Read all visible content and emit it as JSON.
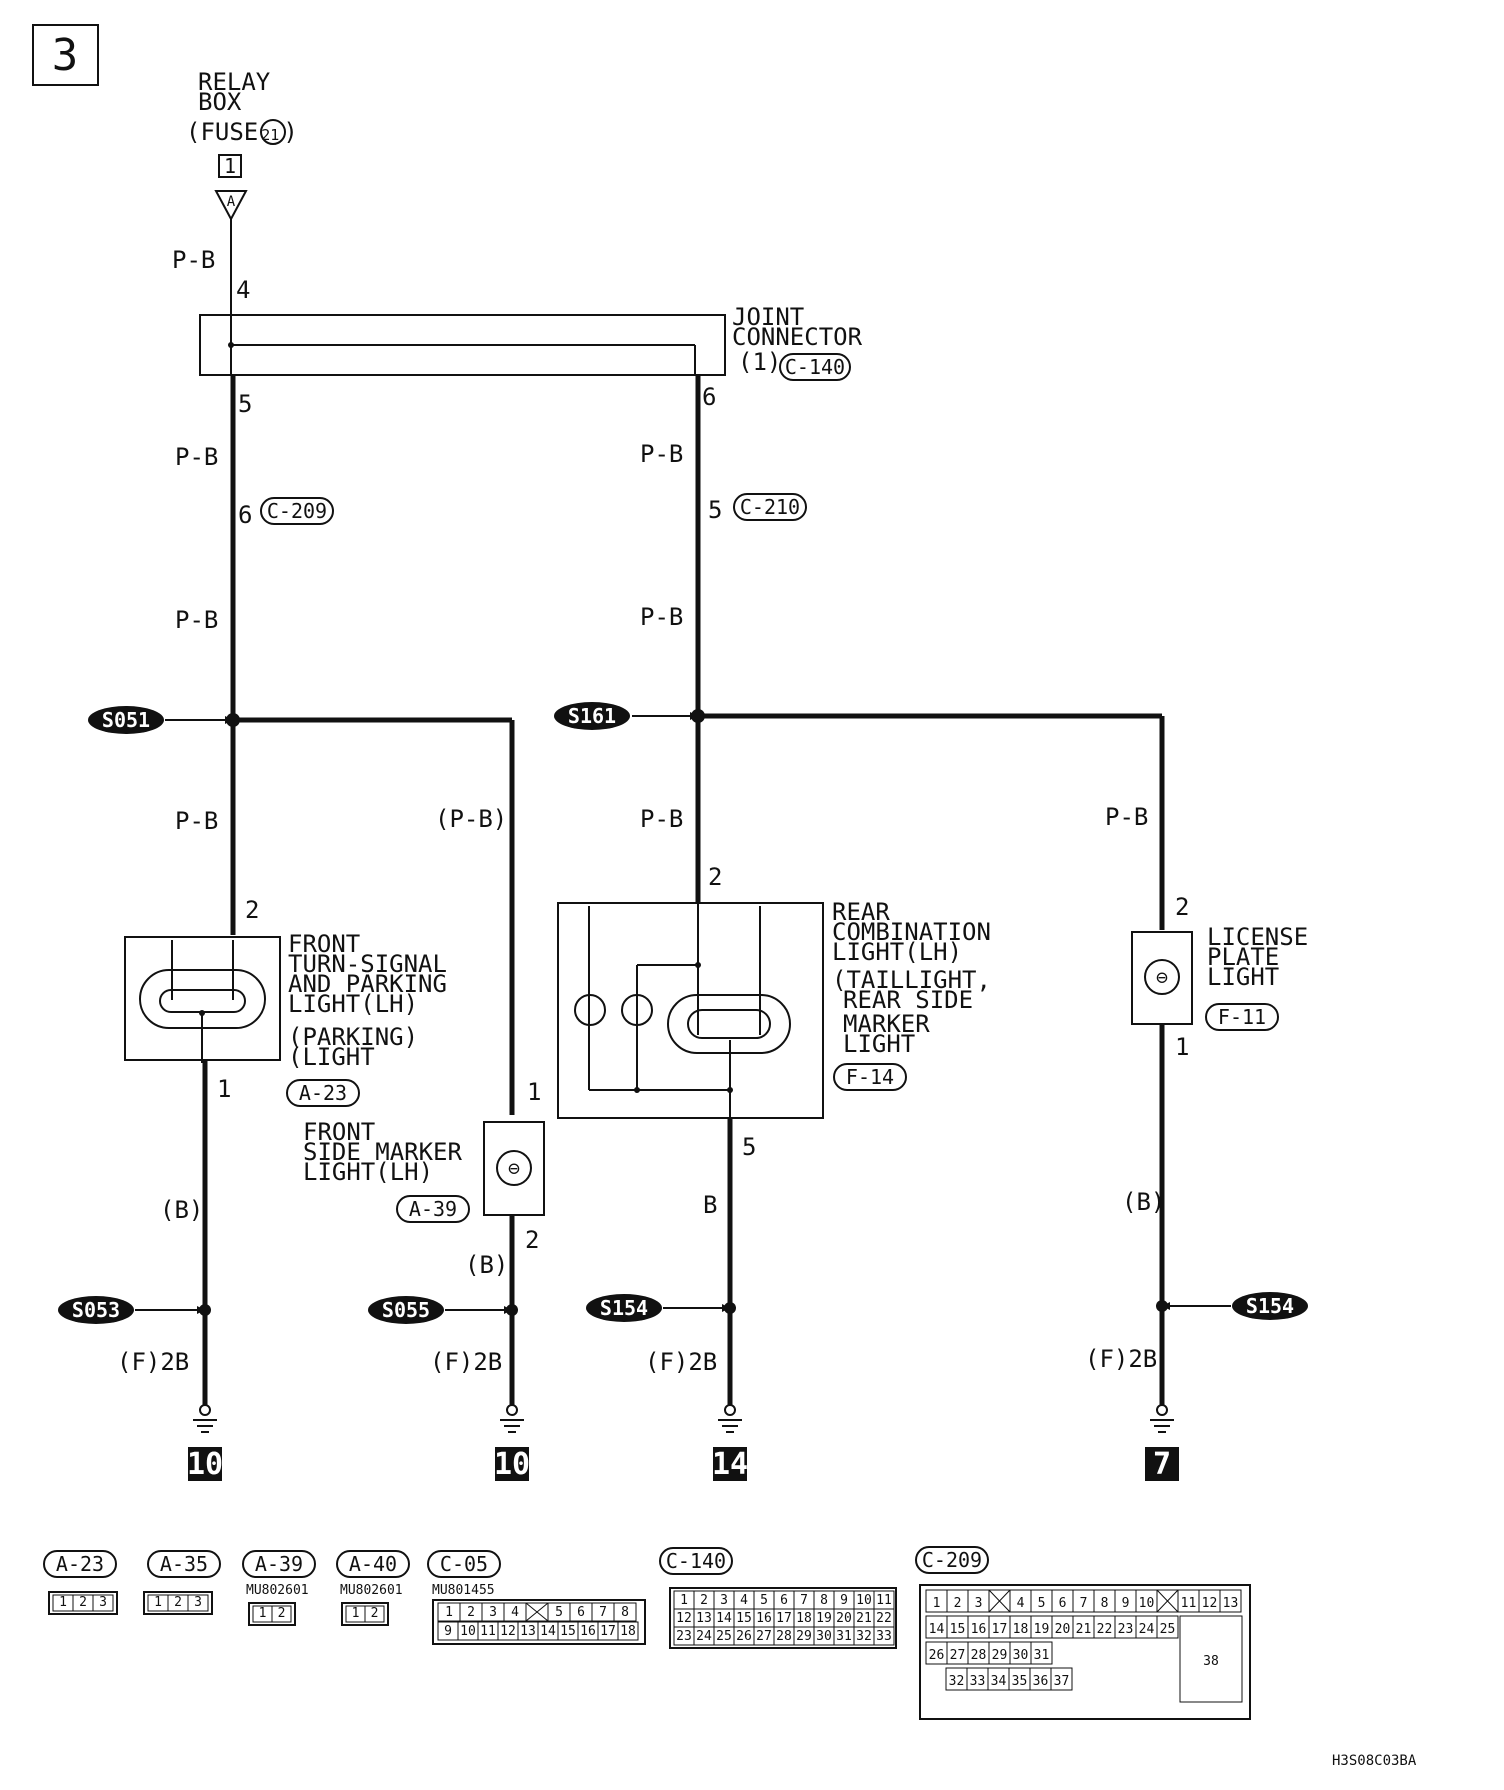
{
  "page_number": "3",
  "diagram_code": "H3S08C03BA",
  "relay_box": {
    "line1": "RELAY",
    "line2": "BOX",
    "line3_pre": "(FUSE",
    "fuse_no": "21",
    "line3_post": ")",
    "terminal": "1",
    "connector_letter": "A"
  },
  "joint_connector": {
    "line1": "JOINT",
    "line2": "CONNECTOR",
    "line3": "(1)",
    "code": "C-140",
    "pin_in": "4",
    "pin_left": "5",
    "pin_right": "6"
  },
  "wires": {
    "pb_top": "P-B",
    "pb_left_upper": "P-B",
    "pb_left_mid": "P-B",
    "pb_left_lower": "P-B",
    "pb_right_upper": "P-B",
    "pb_right_mid": "P-B",
    "pb_right_lower": "P-B",
    "pb_side_marker": "(P-B)",
    "pb_license": "P-B",
    "b_left": "(B)",
    "b_side": "(B)",
    "b_rear": "B",
    "b_license": "(B)"
  },
  "inline_connectors": {
    "c209": {
      "pin": "6",
      "code": "C-209"
    },
    "c210": {
      "pin": "5",
      "code": "C-210"
    }
  },
  "splices": {
    "s051": "S051",
    "s161": "S161",
    "s053": "S053",
    "s055": "S055",
    "s154a": "S154",
    "s154b": "S154"
  },
  "components": {
    "front_turn": {
      "line1": "FRONT",
      "line2": "TURN-SIGNAL",
      "line3": "AND PARKING",
      "line4": "LIGHT(LH)",
      "sub1": "(PARKING)",
      "sub2": "(LIGHT",
      "code": "A-23",
      "pin_top": "2",
      "pin_bottom": "1"
    },
    "side_marker": {
      "line1": "FRONT",
      "line2": "SIDE MARKER",
      "line3": "LIGHT(LH)",
      "code": "A-39",
      "pin_top": "1",
      "pin_bottom": "2"
    },
    "rear_combo": {
      "line1": "REAR",
      "line2": "COMBINATION",
      "line3": "LIGHT(LH)",
      "sub1": "(TAILLIGHT,",
      "sub2": "REAR SIDE",
      "sub3": "MARKER",
      "sub4": "LIGHT",
      "code": "F-14",
      "pin_top": "2",
      "pin_bottom": "5"
    },
    "license": {
      "line1": "LICENSE",
      "line2": "PLATE",
      "line3": "LIGHT",
      "code": "F-11",
      "pin_top": "2",
      "pin_bottom": "1"
    }
  },
  "grounds": {
    "g1": {
      "label": "(F)2B",
      "num": "10"
    },
    "g2": {
      "label": "(F)2B",
      "num": "10"
    },
    "g3": {
      "label": "(F)2B",
      "num": "14"
    },
    "g4": {
      "label": "(F)2B",
      "num": "7"
    }
  },
  "connector_legend": {
    "a23": {
      "code": "A-23",
      "pins": [
        "1",
        "2",
        "3"
      ]
    },
    "a35": {
      "code": "A-35",
      "pins": [
        "1",
        "2",
        "3"
      ]
    },
    "a39": {
      "code": "A-39",
      "part": "MU802601",
      "pins": [
        "1",
        "2"
      ]
    },
    "a40": {
      "code": "A-40",
      "part": "MU802601",
      "pins": [
        "1",
        "2"
      ]
    },
    "c05": {
      "code": "C-05",
      "part": "MU801455",
      "row1": [
        "1",
        "2",
        "3",
        "4",
        "",
        "5",
        "6",
        "7",
        "8"
      ],
      "row2": [
        "9",
        "10",
        "11",
        "12",
        "13",
        "14",
        "15",
        "16",
        "17",
        "18"
      ]
    },
    "c140": {
      "code": "C-140",
      "row1": [
        "1",
        "2",
        "3",
        "4",
        "5",
        "6",
        "7",
        "8",
        "9",
        "10",
        "11"
      ],
      "row2": [
        "12",
        "13",
        "14",
        "15",
        "16",
        "17",
        "18",
        "19",
        "20",
        "21",
        "22"
      ],
      "row3": [
        "23",
        "24",
        "25",
        "26",
        "27",
        "28",
        "29",
        "30",
        "31",
        "32",
        "33"
      ]
    },
    "c209": {
      "code": "C-209",
      "row1": [
        "1",
        "2",
        "3",
        "",
        "4",
        "5",
        "6",
        "7",
        "8",
        "9",
        "10",
        "",
        "11",
        "12",
        "13"
      ],
      "row2": [
        "14",
        "15",
        "16",
        "17",
        "18",
        "19",
        "20",
        "21",
        "22",
        "23",
        "24",
        "25"
      ],
      "row3": [
        "26",
        "27",
        "28",
        "29",
        "30",
        "31"
      ],
      "row4": [
        "32",
        "33",
        "34",
        "35",
        "36",
        "37"
      ],
      "big": "38"
    }
  }
}
